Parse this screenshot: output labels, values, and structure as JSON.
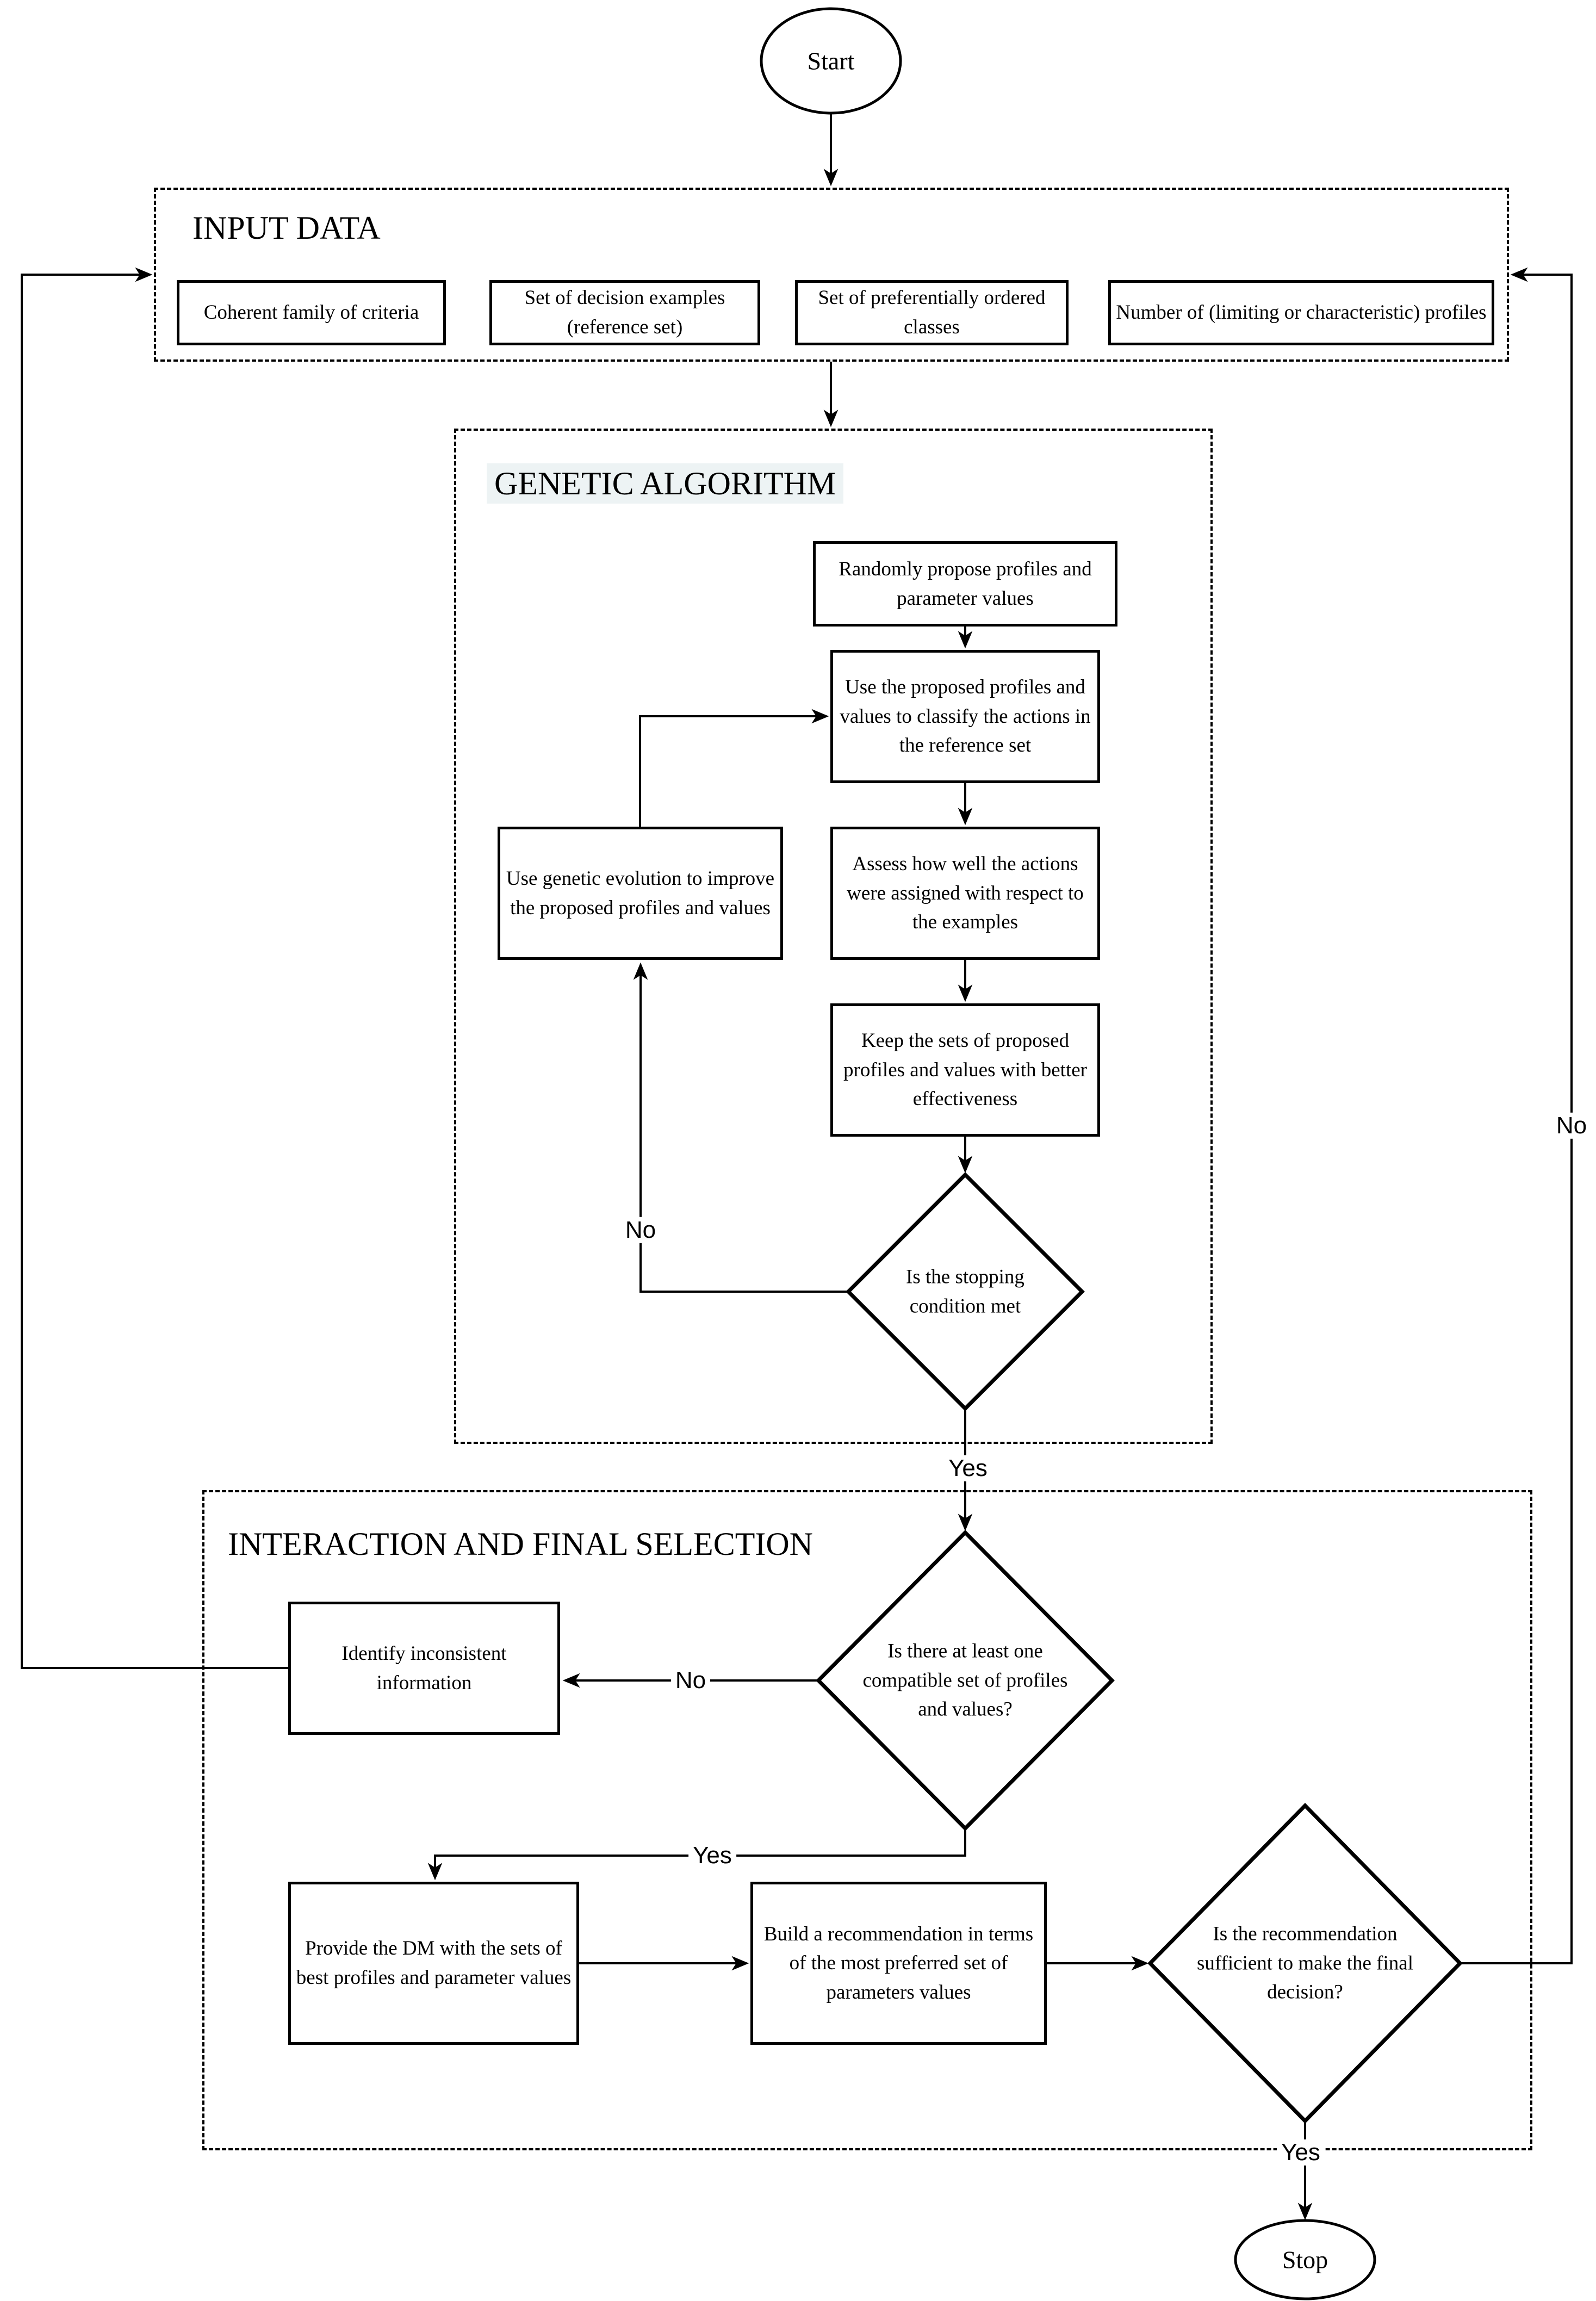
{
  "flowchart": {
    "terminals": {
      "start": "Start",
      "stop": "Stop"
    },
    "edge_labels": {
      "yes": "Yes",
      "no": "No"
    },
    "colors": {
      "line_color": "#000000",
      "background": "#ffffff",
      "ga_title_highlight": "#edf3f4"
    },
    "input_data": {
      "title": "INPUT DATA",
      "boxes": [
        "Coherent family of criteria",
        "Set of decision examples (reference set)",
        "Set of preferentially ordered classes",
        "Number of (limiting or characteristic) profiles"
      ]
    },
    "genetic_algorithm": {
      "title": "GENETIC ALGORITHM",
      "steps": {
        "randomly_propose": "Randomly propose profiles and parameter values",
        "classify": "Use the proposed profiles and values to classify the actions in the reference set",
        "assess": "Assess how well the actions were assigned with respect to the examples",
        "keep": "Keep the sets of proposed profiles and values with better effectiveness",
        "evolve": "Use genetic evolution to improve the proposed profiles and values"
      },
      "decision_stopping": "Is the stopping condition met"
    },
    "interaction": {
      "title": "INTERACTION AND FINAL SELECTION",
      "steps": {
        "identify": "Identify inconsistent information",
        "provide": "Provide the DM with the sets of best profiles and parameter values",
        "build": "Build a recommendation in terms of the most preferred set of parameters values"
      },
      "decision_compatible": "Is there at least one compatible set of profiles and values?",
      "decision_sufficient": "Is the recommendation sufficient to make the final decision?"
    }
  }
}
